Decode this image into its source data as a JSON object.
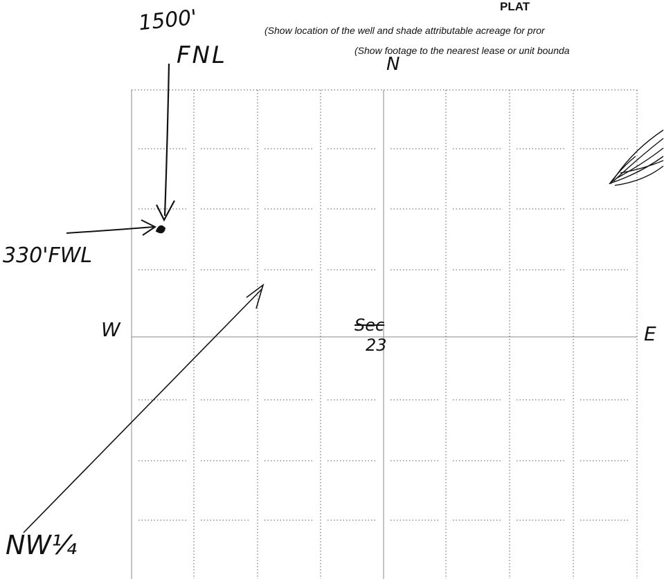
{
  "header": {
    "title": "PLAT",
    "instruction_line1": "(Show location of the well and shade attributable acreage for pror",
    "instruction_line2": "(Show footage to the nearest lease or unit bounda"
  },
  "compass": {
    "north": "N",
    "west": "W",
    "east": "E"
  },
  "annotations": {
    "fnl_footage": "1500'",
    "fnl_label": "FNL",
    "fwl_label": "330'FWL",
    "section_label": "Sec",
    "section_number": "23",
    "quarter_label": "NW¼"
  }
}
